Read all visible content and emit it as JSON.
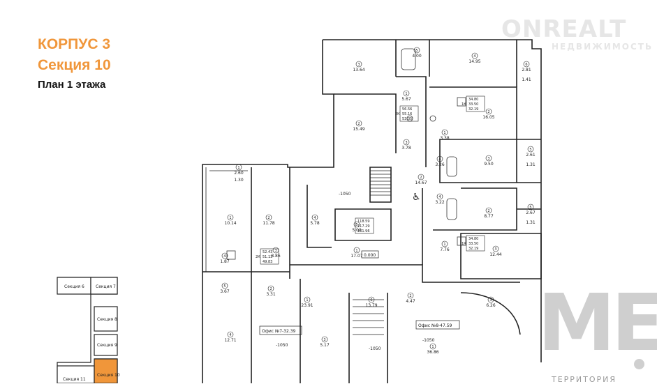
{
  "heading": {
    "building": "КОРПУС 3",
    "section": "Секция 10",
    "plan": "План 1 этажа"
  },
  "watermarks": {
    "onrealt": "ONREALT",
    "onrealt_sub": "НЕДВИЖИМОСТЬ",
    "me_mark": "ME",
    "me_sub": "ТЕРРИТОРИЯ"
  },
  "keyplan": {
    "sections": [
      "Секция 6",
      "Секция 7",
      "Секция 8",
      "Секция 9",
      "Секция 11",
      "Секция 10"
    ],
    "highlight_color": "#f0963a"
  },
  "rooms": [
    {
      "num": "3",
      "area": "13.64"
    },
    {
      "num": "5",
      "area": "4.00"
    },
    {
      "num": "4",
      "area": "14.95"
    },
    {
      "num": "6",
      "area": "2.81"
    },
    {
      "num": "",
      "area": "1.41"
    },
    {
      "num": "1",
      "area": "5.67"
    },
    {
      "num": "2",
      "area": "15.49"
    },
    {
      "num": "2",
      "area": "16.05"
    },
    {
      "num": "1",
      "area": "3.38"
    },
    {
      "num": "3",
      "area": "3.78"
    },
    {
      "num": "3",
      "area": "9.50"
    },
    {
      "num": "4",
      "area": "3.26"
    },
    {
      "num": "5",
      "area": "2.61"
    },
    {
      "num": "",
      "area": "1.31"
    },
    {
      "num": "2",
      "area": "14.67"
    },
    {
      "num": "4",
      "area": "3.22"
    },
    {
      "num": "1",
      "area": "2.60"
    },
    {
      "num": "",
      "area": "1.30"
    },
    {
      "num": "1",
      "area": "10.14"
    },
    {
      "num": "2",
      "area": "11.78"
    },
    {
      "num": "4",
      "area": "5.78"
    },
    {
      "num": "5",
      "area": "5.00"
    },
    {
      "num": "2",
      "area": "8.77"
    },
    {
      "num": "5",
      "area": "2.67"
    },
    {
      "num": "",
      "area": "1.31"
    },
    {
      "num": "3",
      "area": "8.86"
    },
    {
      "num": "1",
      "area": "17.07"
    },
    {
      "num": "1",
      "area": "7.76"
    },
    {
      "num": "3",
      "area": "12.44"
    },
    {
      "num": "4",
      "area": "1.87"
    },
    {
      "num": "5",
      "area": "3.67"
    },
    {
      "num": "2",
      "area": "3.31"
    },
    {
      "num": "1",
      "area": "23.91"
    },
    {
      "num": "6",
      "area": "13.79"
    },
    {
      "num": "2",
      "area": "4.47"
    },
    {
      "num": "3",
      "area": "6.26"
    },
    {
      "num": "4",
      "area": "12.71"
    },
    {
      "num": "3",
      "area": "5.17"
    },
    {
      "num": "1",
      "area": "36.86"
    }
  ],
  "apt_tables": [
    {
      "rooms": "2К",
      "rows": [
        "56.56",
        "55.16",
        "53.35"
      ]
    },
    {
      "rooms": "1К",
      "rows": [
        "34.80",
        "33.50",
        "32.19"
      ]
    },
    {
      "rooms": "2К",
      "rows": [
        "52.43",
        "51.13",
        "49.83"
      ]
    },
    {
      "rooms": "",
      "rows": [
        "118.59",
        "117.29",
        "161.96"
      ]
    },
    {
      "rooms": "1К",
      "rows": [
        "34.80",
        "33.50",
        "32.19"
      ]
    }
  ],
  "offices": [
    {
      "label": "Офис №7-32.39",
      "level": "-1050"
    },
    {
      "label": "Офис №8-47.59",
      "level": "-1050"
    }
  ],
  "levels": {
    "zero": "0.000",
    "stair": "-1050",
    "entry": "-1050"
  },
  "accessibility_icon": "♿"
}
